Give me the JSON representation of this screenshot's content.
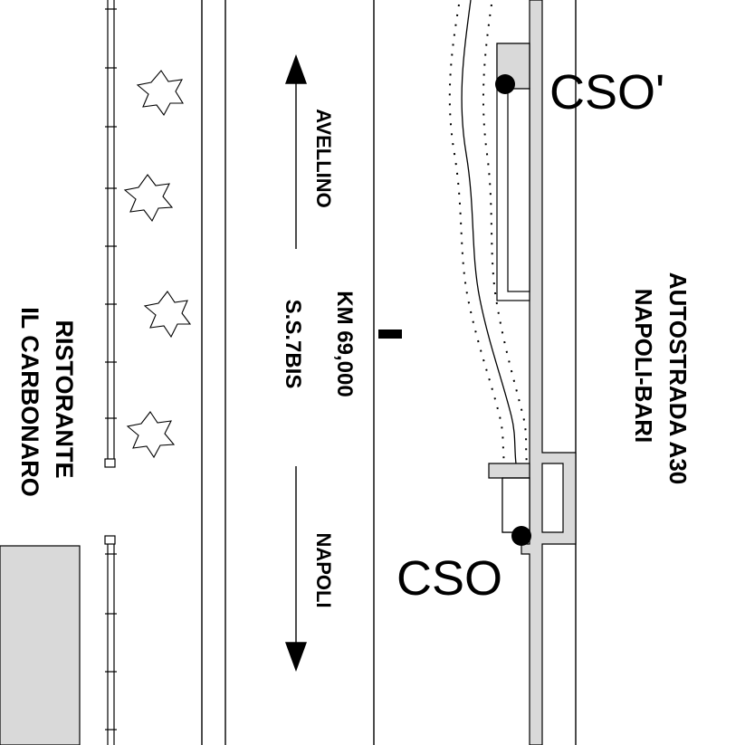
{
  "labels": {
    "restaurant_line1": "RISTORANTE",
    "restaurant_line2": "IL CARBONARO",
    "direction_north": "AVELLINO",
    "direction_south": "NAPOLI",
    "road_name": "S.S.7BIS",
    "km_marker": "KM 69,000",
    "motorway_line1": "AUTOSTRADA A30",
    "motorway_line2": "NAPOLI-BARI",
    "cso_upper": "CSO'",
    "cso_lower": "CSO"
  },
  "colors": {
    "line": "#000000",
    "fill_grey": "#d9d9d9",
    "background": "#ffffff"
  },
  "icons": {
    "tree": "star-shape-tree",
    "arrow": "direction-arrow",
    "point": "survey-point-dot"
  }
}
